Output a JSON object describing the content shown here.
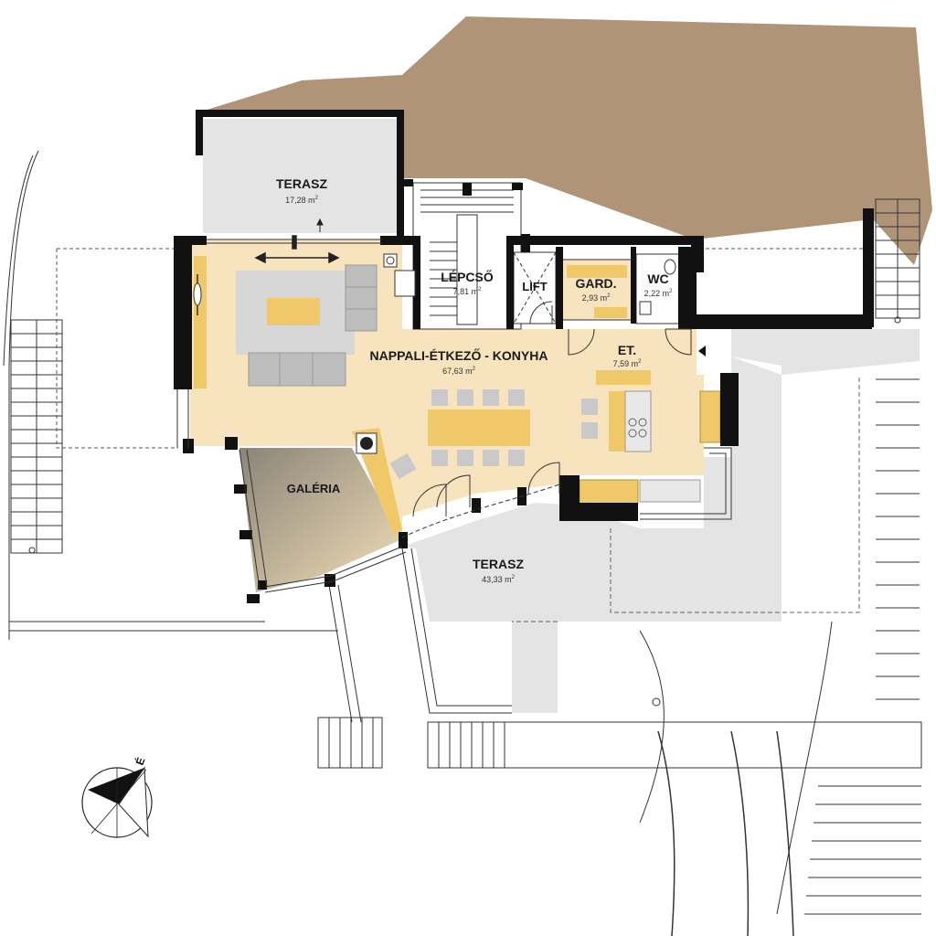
{
  "colors": {
    "terrain": "#b09478",
    "living_floor": "#f7e3bd",
    "gallery_gradient_dark": "#8a8478",
    "gallery_gradient_light": "#f3dfb8",
    "terrace": "#e4e4e4",
    "furniture_gray": "#c9c9c9",
    "furniture_yellow": "#efc86a",
    "wall": "#111111"
  },
  "rooms": {
    "terasz_top": {
      "name": "TERASZ",
      "area": "17,28 m",
      "sup": "2"
    },
    "nappali": {
      "name": "NAPPALI-ÉTKEZŐ - KONYHA",
      "area": "67,63 m",
      "sup": "2"
    },
    "lepcso": {
      "name": "LÉPCSŐ",
      "area": "7,81 m",
      "sup": "2"
    },
    "lift": {
      "name": "LIFT"
    },
    "gard": {
      "name": "GARD.",
      "area": "2,93 m",
      "sup": "2"
    },
    "wc": {
      "name": "WC",
      "area": "2,22 m",
      "sup": "2"
    },
    "et": {
      "name": "ET.",
      "area": "7,59 m",
      "sup": "2"
    },
    "galeria": {
      "name": "GALÉRIA"
    },
    "terasz_bottom": {
      "name": "TERASZ",
      "area": "43,33 m",
      "sup": "2"
    }
  },
  "icons": {
    "compass": "north-arrow-icon",
    "entrance": "entrance-arrow-icon"
  }
}
